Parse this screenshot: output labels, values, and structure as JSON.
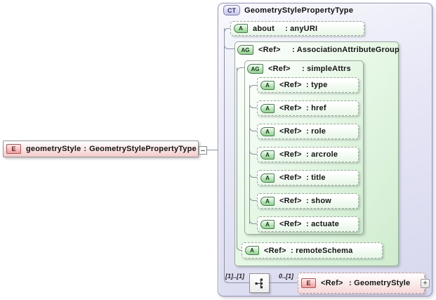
{
  "colors": {
    "container_fill": "#e6e6f6",
    "group_fill": "#cfeccf",
    "attribute_fill": "#e7f7e7",
    "element_fill": "#f5c9c9",
    "badge_green": "#8ed28e",
    "badge_blue": "#c7c7ea",
    "badge_pink": "#f29c9c",
    "connector": "#8c92a0"
  },
  "element": {
    "badge": "E",
    "name": "geometryStyle",
    "sep": ":",
    "type": "GeometryStylePropertyType"
  },
  "ct": {
    "badge": "CT",
    "title": "GeometryStylePropertyType",
    "about": {
      "badge": "A",
      "name": "about",
      "type_label": ": anyURI"
    },
    "assoc": {
      "badge": "AG",
      "name": "<Ref>",
      "type_label": ": AssociationAttributeGroup"
    },
    "simple": {
      "badge": "AG",
      "name": "<Ref>",
      "type_label": ": simpleAttrs"
    },
    "attrs": [
      {
        "badge": "A",
        "name": "<Ref>",
        "type_label": ": type"
      },
      {
        "badge": "A",
        "name": "<Ref>",
        "type_label": ": href"
      },
      {
        "badge": "A",
        "name": "<Ref>",
        "type_label": ": role"
      },
      {
        "badge": "A",
        "name": "<Ref>",
        "type_label": ": arcrole"
      },
      {
        "badge": "A",
        "name": "<Ref>",
        "type_label": ": title"
      },
      {
        "badge": "A",
        "name": "<Ref>",
        "type_label": ": show"
      },
      {
        "badge": "A",
        "name": "<Ref>",
        "type_label": ": actuate"
      }
    ],
    "remote": {
      "badge": "A",
      "name": "<Ref>",
      "type_label": ": remoteSchema"
    },
    "content": {
      "occurs": "[1]..[1]",
      "compositor": "sequence-icon",
      "child_occurs": "0..[1]",
      "child": {
        "badge": "E",
        "name": "<Ref>",
        "type_label": ": GeometryStyle",
        "expand": "+"
      }
    }
  }
}
